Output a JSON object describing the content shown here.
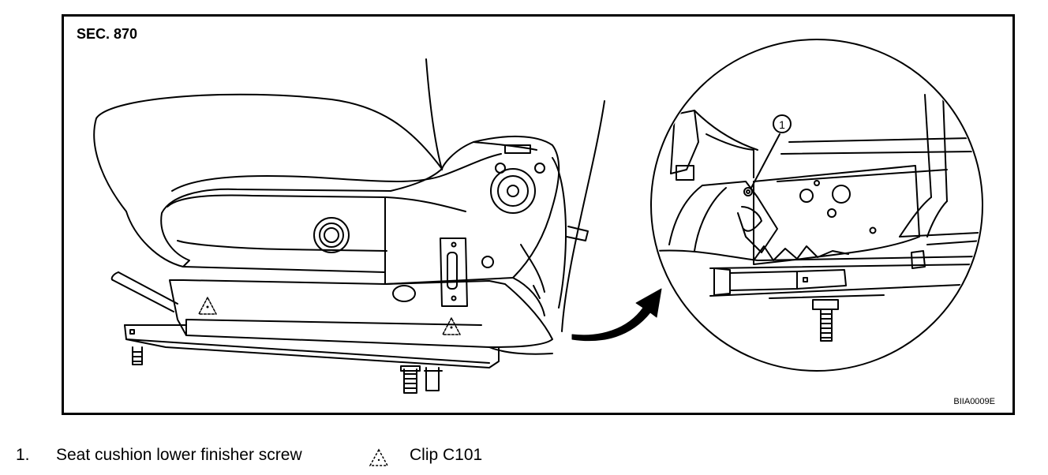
{
  "diagram": {
    "section_label": "SEC. 870",
    "image_code": "BIIA0009E",
    "callout_number": "1"
  },
  "legend": {
    "item_number": "1.",
    "item_text": "Seat cushion lower finisher screw",
    "clip_symbol": "triangle-icon",
    "clip_text": "Clip C101"
  }
}
